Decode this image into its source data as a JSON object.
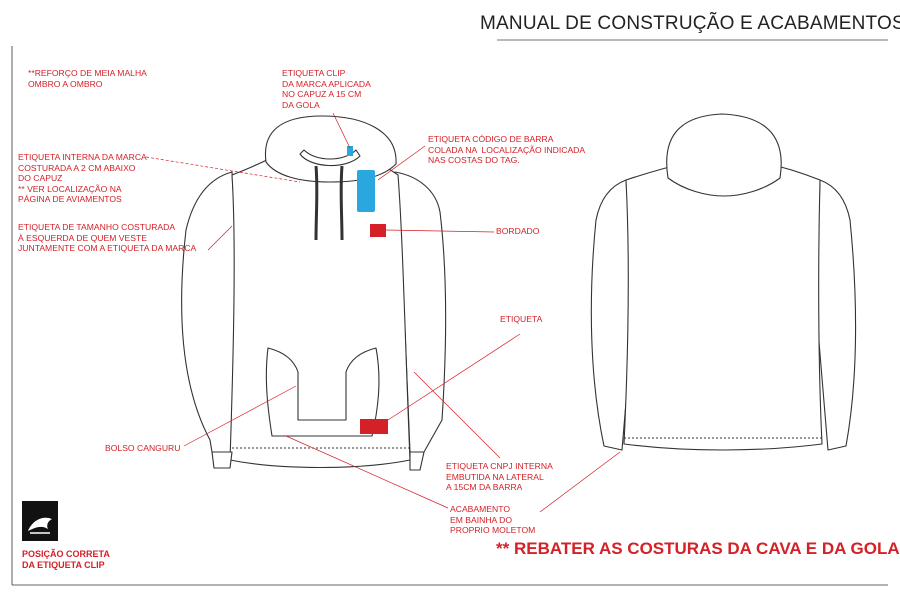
{
  "title": "MANUAL DE CONSTRUÇÃO E ACABAMENTOS",
  "footer_note": "** REBATER AS COSTURAS DA CAVA E DA GOLA",
  "clip_caption": "POSIÇÃO CORRETA\nDA ETIQUETA CLIP",
  "colors": {
    "annotation": "#d42027",
    "clip_tag": "#2aa7de",
    "outline": "#333333"
  },
  "annotations": {
    "shoulder_reinforcement": "**REFORÇO DE MEIA MALHA\nOMBRO A OMBRO",
    "clip_tag": "ETIQUETA CLIP\nDA MARCA APLICADA\nNO CAPUZ A 15 CM\nDA GOLA",
    "barcode_tag": "ETIQUETA CÓDIGO DE BARRA\nCOLADA NA  LOCALIZAÇÃO INDICADA\nNAS COSTAS DO TAG.",
    "internal_label": "ETIQUETA INTERNA DA MARCA\nCOSTURADA A 2 CM ABAIXO\nDO CAPUZ\n** VER LOCALIZAÇÃO NA\nPÁGINA DE AVIAMENTOS",
    "size_label": "ETIQUETA DE TAMANHO COSTURADA\nÀ ESQUERDA DE QUEM VESTE\nJUNTAMENTE COM A ETIQUETA DA MARCA",
    "embroidery": "BORDADO",
    "label": "ETIQUETA",
    "kangaroo_pocket": "BOLSO CANGURU",
    "cnpj_label": "ETIQUETA CNPJ INTERNA\nEMBUTIDA NA LATERAL\nA 15CM DA BARRA",
    "hem_finish": "ACABAMENTO\nEM BAINHA DO\nPROPRIO MOLETOM"
  },
  "logo_icon": "brand-logo-icon"
}
